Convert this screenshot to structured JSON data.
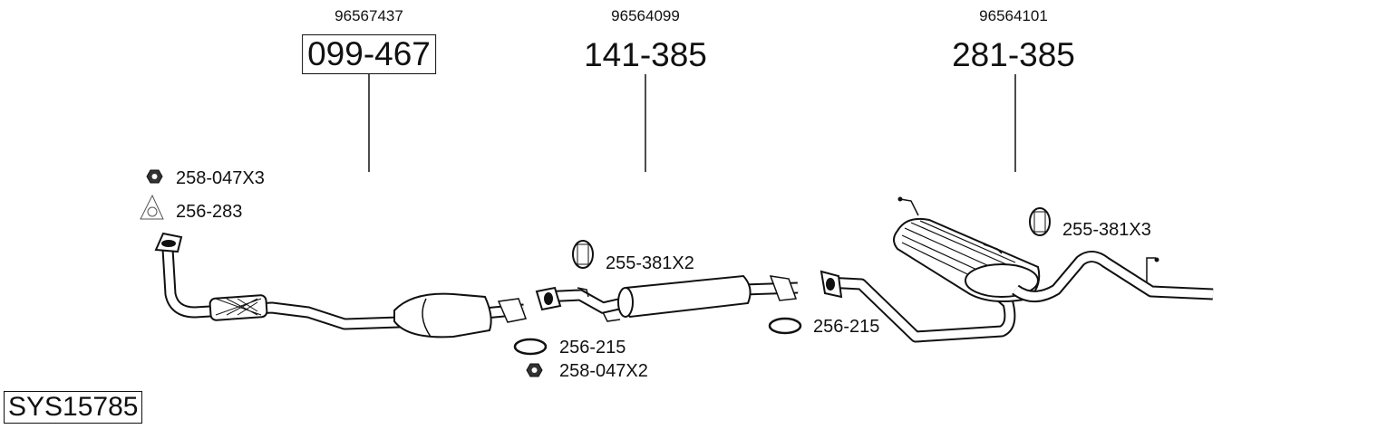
{
  "diagram": {
    "system_code": "SYS15785",
    "parts": [
      {
        "oe_number": "96567437",
        "part_number": "099-467",
        "boxed": true
      },
      {
        "oe_number": "96564099",
        "part_number": "141-385",
        "boxed": false
      },
      {
        "oe_number": "96564101",
        "part_number": "281-385",
        "boxed": false
      }
    ],
    "accessories": [
      {
        "icon": "nut-icon",
        "label": "258-047X3"
      },
      {
        "icon": "triangle-gasket-icon",
        "label": "256-283"
      },
      {
        "icon": "rubber-hanger-icon",
        "label": "255-381X2"
      },
      {
        "icon": "ring-gasket-icon",
        "label": "256-215"
      },
      {
        "icon": "nut-icon",
        "label": "258-047X2"
      },
      {
        "icon": "ring-gasket-icon",
        "label": "256-215"
      },
      {
        "icon": "rubber-hanger-icon",
        "label": "255-381X3"
      }
    ]
  }
}
